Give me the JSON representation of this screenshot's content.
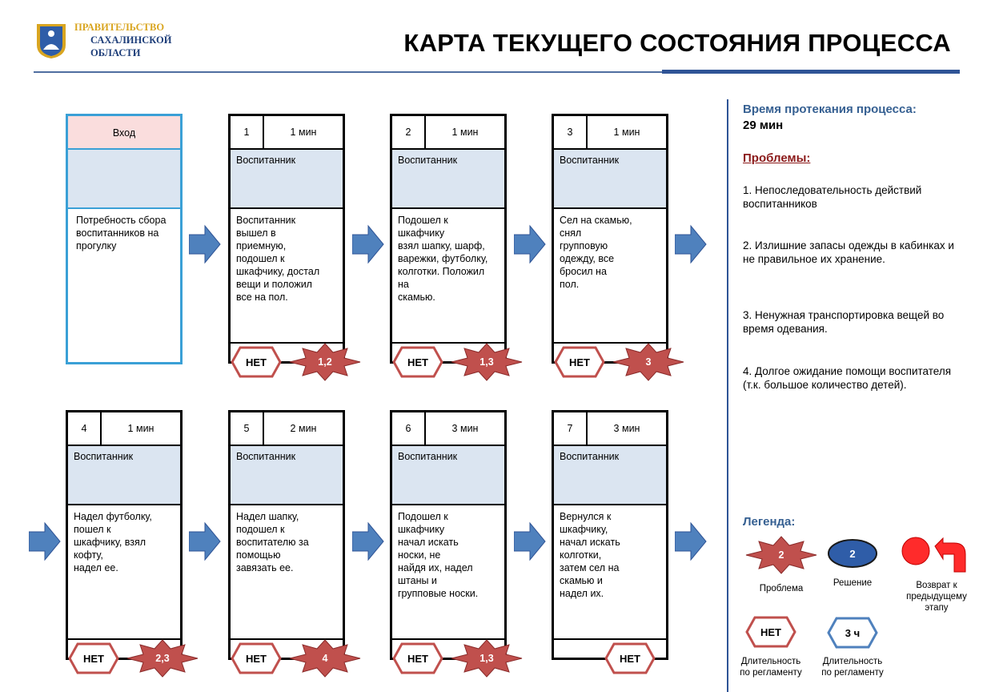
{
  "header": {
    "org_line1": "ПРАВИТЕЛЬСТВО",
    "org_line2": "САХАЛИНСКОЙ",
    "org_line3": "ОБЛАСТИ",
    "title": "КАРТА ТЕКУЩЕГО СОСТОЯНИЯ ПРОЦЕССА"
  },
  "entry": {
    "label": "Вход",
    "description": "Потребность сбора воспитанников на прогулку"
  },
  "steps": [
    {
      "num": "1",
      "time": "1 мин",
      "role": "Воспитанник",
      "desc": "Воспитанник\nвышел в\nприемную,\nподошел к\nшкафчику, достал\nвещи и положил\nвсе на пол.",
      "reg": "НЕТ",
      "problem": "1,2"
    },
    {
      "num": "2",
      "time": "1 мин",
      "role": "Воспитанник",
      "desc": "Подошел к\nшкафчику\nвзял шапку, шарф,\nварежки, футболку,\nколготки. Положил\nна\nскамью.",
      "reg": "НЕТ",
      "problem": "1,3"
    },
    {
      "num": "3",
      "time": "1 мин",
      "role": "Воспитанник",
      "desc": "Сел на скамью,\nснял\n групповую\nодежду, все\nбросил на\nпол.",
      "reg": "НЕТ",
      "problem": "3"
    },
    {
      "num": "4",
      "time": "1 мин",
      "role": "Воспитанник",
      "desc": "Надел футболку,\nпошел к\nшкафчику, взял\nкофту,\nнадел ее.",
      "reg": "НЕТ",
      "problem": "2,3"
    },
    {
      "num": "5",
      "time": "2 мин",
      "role": "Воспитанник",
      "desc": "Надел шапку,\nподошел к\nвоспитателю за\nпомощью\nзавязать ее.",
      "reg": "НЕТ",
      "problem": "4"
    },
    {
      "num": "6",
      "time": "3 мин",
      "role": "Воспитанник",
      "desc": "Подошел к\nшкафчику\nначал искать\nноски, не\nнайдя их, надел\nштаны и\nгрупповые носки.",
      "reg": "НЕТ",
      "problem": "1,3"
    },
    {
      "num": "7",
      "time": "3 мин",
      "role": "Воспитанник",
      "desc": "Вернулся к\nшкафчику,\nначал искать\nколготки,\nзатем сел на\nскамью и\nнадел их.",
      "reg": "НЕТ",
      "problem": ""
    }
  ],
  "sidebar": {
    "time_label": "Время протекания процесса:",
    "time_value": "29 мин",
    "problems_label": "Проблемы:",
    "problems": [
      "1. Непоследовательность действий воспитанников",
      "2. Излишние запасы одежды в кабинках и не правильное их хранение.",
      "3.  Ненужная транспортировка вещей во время одевания.",
      "4. Долгое ожидание помощи воспитателя (т.к. большое количество детей)."
    ]
  },
  "legend": {
    "title": "Легенда:",
    "problem_badge": "2",
    "problem_label": "Проблема",
    "decision_badge": "2",
    "decision_label": "Решение",
    "return_label": "Возврат к предыдущему этапу",
    "reg_no_badge": "НЕТ",
    "reg_no_label": "Длительность по регламенту",
    "reg_time_badge": "3 ч",
    "reg_time_label": "Длительность по регламенту"
  },
  "colors": {
    "problem_star": "#c0504d",
    "arrow": "#4f81bd",
    "accent": "#2f5496",
    "role_bg": "#dbe5f1",
    "entry_head": "#fadddd",
    "reg_border": "#c0504d"
  }
}
